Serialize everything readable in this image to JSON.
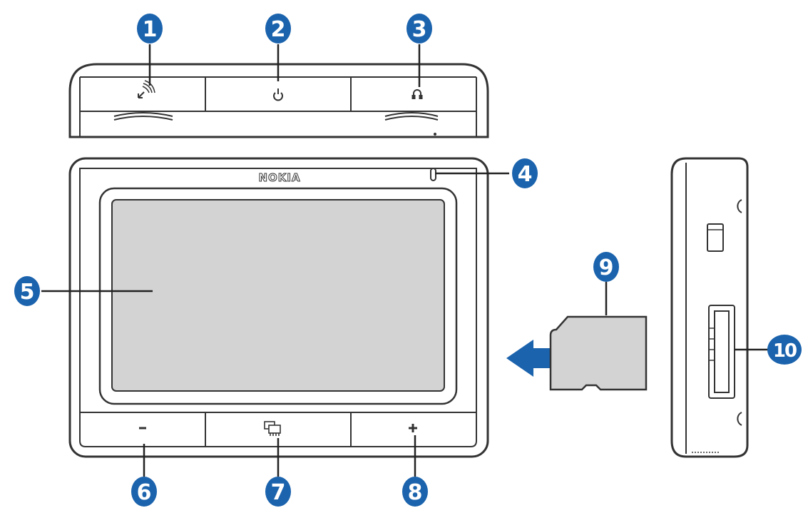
{
  "device": {
    "brand": "NOKIA",
    "screen_color": "#d3d3d3",
    "outline_color": "#333333",
    "callout_color": "#1b63ad"
  },
  "callouts": [
    {
      "id": "callout-1",
      "label": "1",
      "target": "gps-antenna-button",
      "icon": "gps-satellite-icon"
    },
    {
      "id": "callout-2",
      "label": "2",
      "target": "power-button",
      "icon": "power-icon"
    },
    {
      "id": "callout-3",
      "label": "3",
      "target": "headset-connector",
      "icon": "headset-icon"
    },
    {
      "id": "callout-4",
      "label": "4",
      "target": "light-sensor"
    },
    {
      "id": "callout-5",
      "label": "5",
      "target": "touch-screen"
    },
    {
      "id": "callout-6",
      "label": "6",
      "target": "volume-down-key",
      "icon": "minus-icon"
    },
    {
      "id": "callout-7",
      "label": "7",
      "target": "menu-key",
      "icon": "menu-windows-icon"
    },
    {
      "id": "callout-8",
      "label": "8",
      "target": "volume-up-key",
      "icon": "plus-icon"
    },
    {
      "id": "callout-9",
      "label": "9",
      "target": "memory-card"
    },
    {
      "id": "callout-10",
      "label": "10",
      "target": "memory-card-slot"
    }
  ]
}
